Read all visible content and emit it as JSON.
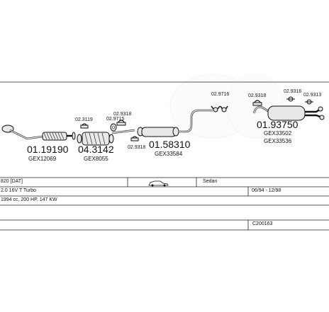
{
  "parts": {
    "front_pipe": {
      "code": "01.19190",
      "ref": "GEX12069"
    },
    "catalyst": {
      "code": "04.3142",
      "ref": "GEX8055"
    },
    "clamp_1": {
      "code": "02.3119"
    },
    "gasket_1": {
      "code": "02.9715"
    },
    "clamp_2": {
      "code": "02.9318"
    },
    "clamp_3": {
      "code": "02.9318"
    },
    "center_silencer": {
      "code": "01.58310",
      "ref": "GEX33584"
    },
    "mount_1": {
      "code": "02.9716"
    },
    "clamp_4": {
      "code": "02.9318"
    },
    "mount_2": {
      "code": "02.9316"
    },
    "mount_3": {
      "code": "02.9313"
    },
    "rear_silencer": {
      "code": "01.93750",
      "ref1": "GEX33502",
      "ref2": "GEX33536"
    }
  },
  "info": {
    "model": "820 [DAT]",
    "engine": "2.0 16V T Turbo",
    "body": "Sedan",
    "specs": "1994 cc, 200 HP, 147 KW",
    "years": "06/94 - 12/98",
    "catalog_code": "C200163"
  },
  "colors": {
    "line": "#222222",
    "part_fill": "#e8e8e8",
    "background": "#ffffff"
  }
}
